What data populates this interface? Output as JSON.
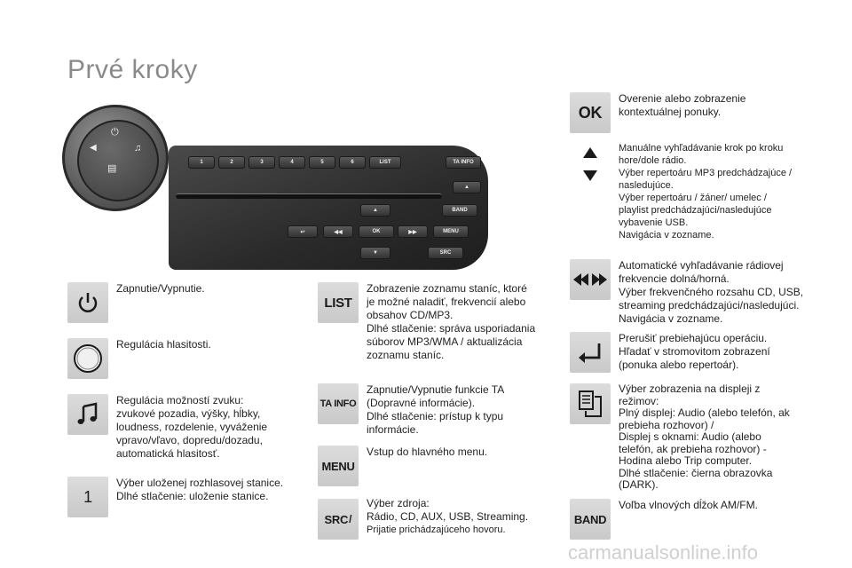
{
  "page": {
    "title": "Prvé kroky",
    "watermark": "carmanualsonline.info"
  },
  "panel": {
    "presets": [
      "1",
      "2",
      "3",
      "4",
      "5",
      "6"
    ],
    "list_label": "LIST",
    "tainfo_label": "TA INFO",
    "band_label": "BAND",
    "ok_label": "OK",
    "menu_label": "MENU",
    "src_label": "SRC"
  },
  "left_column": [
    {
      "icon": "power-icon",
      "lines": [
        "Zapnutie/Vypnutie."
      ]
    },
    {
      "icon": "volume-knob-icon",
      "lines": [
        "Regulácia hlasitosti."
      ]
    },
    {
      "icon": "music-note-icon",
      "lines": [
        "Regulácia možností zvuku:",
        "zvukové pozadia, výšky, hĺbky,",
        "loudness, rozdelenie, vyváženie",
        "vpravo/vľavo, dopredu/dozadu,",
        "automatická hlasitosť."
      ]
    },
    {
      "icon": "preset-1-icon",
      "key_text": "1",
      "lines": [
        "Výber uloženej rozhlasovej stanice.",
        "Dlhé stlačenie: uloženie stanice."
      ]
    }
  ],
  "middle_column": [
    {
      "key_text": "LIST",
      "lines": [
        "Zobrazenie zoznamu staníc, ktoré",
        "je možné naladiť, frekvencií alebo",
        "obsahov CD/MP3.",
        "Dlhé stlačenie: správa usporiadania",
        "súborov MP3/WMA / aktualizácia",
        "zoznamu staníc."
      ]
    },
    {
      "key_text": "TA INFO",
      "lines": [
        "Zapnutie/Vypnutie funkcie TA",
        "(Dopravné informácie).",
        "Dlhé stlačenie: prístup k typu",
        "informácie."
      ]
    },
    {
      "key_text": "MENU",
      "lines": [
        "Vstup do hlavného menu."
      ]
    },
    {
      "key_text": "SRC",
      "lines": [
        "Výber zdroja:",
        "Rádio, CD, AUX, USB, Streaming."
      ],
      "small_line": "Prijatie prichádzajúceho hovoru."
    }
  ],
  "right_column": [
    {
      "key_text": "OK",
      "lines": [
        "Overenie alebo zobrazenie",
        "kontextuálnej ponuky."
      ]
    },
    {
      "icon": "up-down-arrows-icon",
      "lines": [
        "Manuálne vyhľadávanie krok po kroku",
        "hore/dole rádio.",
        "Výber repertoáru MP3 predchádzajúce /",
        "nasledujúce.",
        "Výber repertoáru / žáner/ umelec /",
        "playlist predchádzajúci/nasledujúce",
        "vybavenie USB.",
        "Navigácia v zozname."
      ]
    },
    {
      "icon": "seek-arrows-icon",
      "lines": [
        "Automatické vyhľadávanie rádiovej",
        "frekvencie dolná/horná.",
        "Výber frekvenčného rozsahu CD, USB,",
        "streaming predchádzajúci/nasledujúci.",
        "Navigácia v zozname."
      ]
    },
    {
      "icon": "back-arrow-icon",
      "lines": [
        "Prerušiť prebiehajúcu operáciu.",
        "Hľadať v stromovitom zobrazení",
        "(ponuka alebo repertoár)."
      ]
    },
    {
      "icon": "display-mode-icon",
      "lines": [
        "Výber zobrazenia na displeji z",
        "režimov:",
        "Plný displej: Audio (alebo telefón, ak",
        "prebieha rozhovor) /",
        "Displej s oknami: Audio (alebo",
        "telefón, ak prebieha rozhovor) -",
        "Hodina alebo Trip computer.",
        "Dlhé stlačenie: čierna obrazovka",
        "(DARK)."
      ]
    },
    {
      "key_text": "BAND",
      "lines": [
        "Voľba vlnových dĺžok AM/FM."
      ]
    }
  ]
}
